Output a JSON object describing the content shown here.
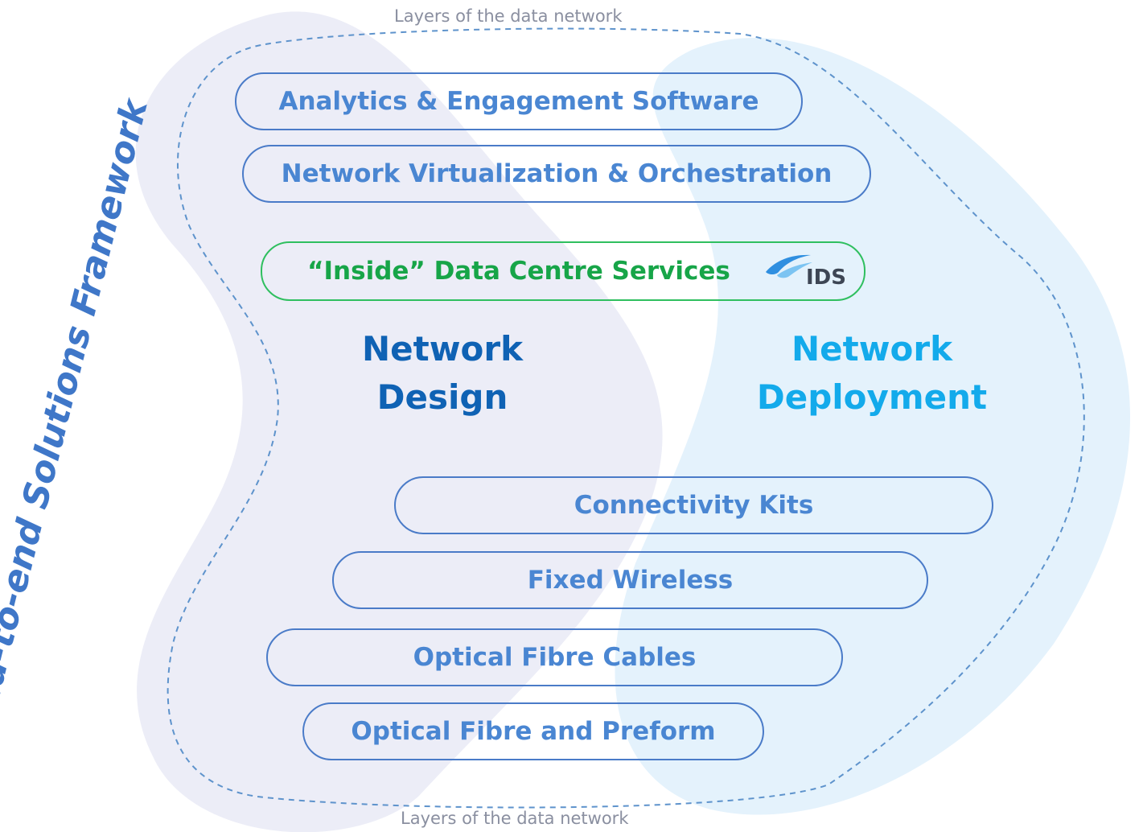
{
  "diagram": {
    "vertical_title": "End-to-end Solutions Framework",
    "layer_caption_top": "Layers of the data network",
    "layer_caption_bottom": "Layers of the data network",
    "center_labels": {
      "design": [
        "Network",
        "Design"
      ],
      "deployment": [
        "Network",
        "Deployment"
      ]
    },
    "upper_layers": [
      "Analytics & Engagement Software",
      "Network Virtualization & Orchestration"
    ],
    "highlighted_layer": {
      "label": "“Inside” Data Centre Services",
      "logo_text": "IDS"
    },
    "lower_layers": [
      "Connectivity Kits",
      "Fixed Wireless",
      "Optical Fibre Cables",
      "Optical Fibre and Preform"
    ]
  },
  "colors": {
    "design_blob": "#e9ebf6",
    "deployment_blob": "#e4f2fc",
    "design_label": "#0f62b4",
    "deployment_label": "#13aaeb",
    "pill_border": "#4a7bc8",
    "pill_text": "#4a86d2",
    "highlight_border": "#2fbf5f",
    "highlight_text": "#17a548",
    "dashed_outline": "#5e93cc",
    "title": "#3f77c8"
  }
}
